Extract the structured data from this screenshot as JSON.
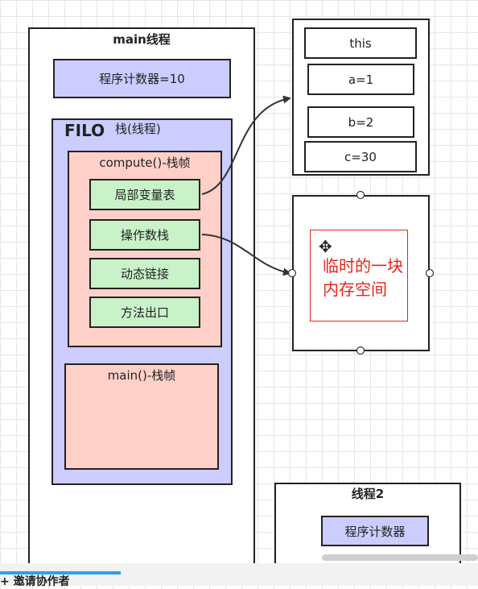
{
  "main_thread": {
    "title": "main线程",
    "program_counter": "程序计数器=10",
    "filo": "FILO",
    "stack_label": "栈(线程)",
    "compute_frame": {
      "title": "compute()-栈帧",
      "items": [
        "局部变量表",
        "操作数栈",
        "动态链接",
        "方法出口"
      ]
    },
    "main_frame": {
      "title": "main()-栈帧"
    }
  },
  "locals_box": {
    "items": [
      "this",
      "a=1",
      "b=2",
      "c=30"
    ]
  },
  "temp_memory": {
    "text": "临时的一块\n内存空间"
  },
  "thread2": {
    "title": "线程2",
    "program_counter": "程序计数器"
  },
  "bottom_bar": {
    "invite_text": "+ 邀请协作者"
  },
  "colors": {
    "frame_blue": "#ccccff",
    "frame_pink": "#ffd0c8",
    "item_green": "#c9f2c9",
    "annotation_red": "#e8241c"
  }
}
